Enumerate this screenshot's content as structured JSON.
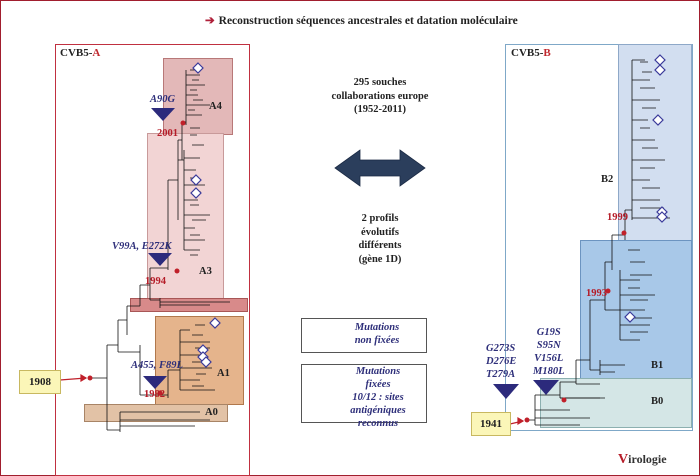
{
  "title": "Reconstruction séquences ancestrales et datation moléculaire",
  "panel_a": {
    "title_prefix": "CVB5-",
    "title_suffix": "A",
    "clades": [
      "A4",
      "A3",
      "A1",
      "A0"
    ],
    "mutations": [
      "A90G",
      "V99A, E272K",
      "A455, F89L"
    ],
    "years": [
      "2001",
      "1994",
      "1982"
    ],
    "root_year": "1908"
  },
  "panel_b": {
    "title_prefix": "CVB5-",
    "title_suffix": "B",
    "clades": [
      "B2",
      "B1",
      "B0"
    ],
    "years": [
      "1999",
      "1993"
    ],
    "mutations_left": [
      "G273S",
      "D276E",
      "T279A"
    ],
    "mutations_right": [
      "G19S",
      "S95N",
      "V156L",
      "M180L"
    ],
    "root_year": "1941"
  },
  "center": {
    "strains_lines": [
      "295 souches",
      "collaborations europe",
      "(1952-2011)"
    ],
    "profiles_lines": [
      "2 profils",
      "évolutifs",
      "différents",
      "(gène 1D)"
    ]
  },
  "legend": {
    "unfixed_lines": [
      "Mutations",
      "non fixées"
    ],
    "fixed_lines": [
      "Mutations",
      "fixées",
      "10/12 : sites",
      "antigéniques reconnus"
    ]
  },
  "logo": {
    "initial": "V",
    "rest": "irologie"
  },
  "colors": {
    "accent_red": "#b51c28",
    "mutation_blue": "#2e2f7a",
    "arrow_navy": "#2b3e5c",
    "a4": "#e3b8b8",
    "a3": "#f2d4d4",
    "a1": "#e5b48c",
    "a0": "#e2c2a6",
    "b2": "#d2def0",
    "b1": "#a8c8e8",
    "b0": "#d4e6e6"
  }
}
